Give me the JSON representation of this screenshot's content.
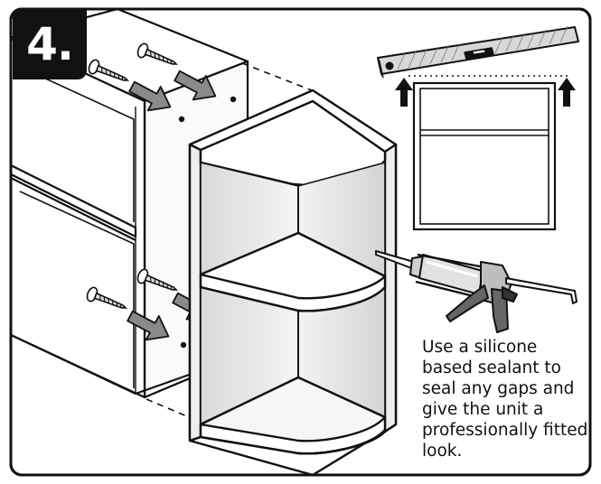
{
  "step": {
    "number_label": "4."
  },
  "instruction": {
    "lines": [
      "Use a silicone",
      "based sealant to",
      "seal any gaps and",
      "give the unit a",
      "professionally fitted",
      "look."
    ]
  },
  "icons": {
    "screws": "screw-icon",
    "push_arrows": "grey-arrow-icon",
    "lift_arrows": "up-arrow-icon",
    "level": "spirit-level-icon",
    "gun": "caulking-gun-icon"
  },
  "colors": {
    "outline": "#111111",
    "arrow_fill": "#8a8a8a",
    "panel_shade": "#e6e6e6",
    "background": "#ffffff"
  }
}
